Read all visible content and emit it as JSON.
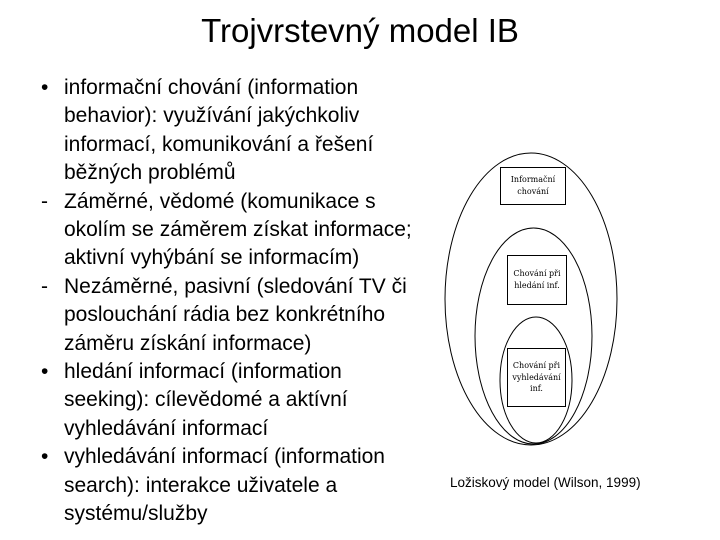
{
  "title": "Trojvrstevný model IB",
  "bullets": [
    {
      "marker": "•",
      "text": "informační chování (information\nbehavior): využívání jakýchkoliv\ninformací, komunikování a řešení\nběžných problémů"
    },
    {
      "marker": "-",
      "text": "Záměrné, vědomé (komunikace s\nokolím se záměrem získat informace;\naktivní vyhýbání se informacím)"
    },
    {
      "marker": "-",
      "text": "Nezáměrné, pasivní (sledování TV či\nposlouchání rádia bez konkrétního\nzáměru získání informace)"
    },
    {
      "marker": "•",
      "text": "hledání informací (information\nseeking): cílevědomé a aktívní\nvyhledávání informací"
    },
    {
      "marker": "•",
      "text": "vyhledávání informací (information\nsearch): interakce uživatele a\nsystému/služby"
    }
  ],
  "diagram": {
    "layers": [
      {
        "label": "Informační\nchování"
      },
      {
        "label": "Chování při\nhledání inf."
      },
      {
        "label": "Chování při\nvyhledávání\ninf."
      }
    ],
    "caption": "Ložiskový model (Wilson, 1999)"
  },
  "colors": {
    "background": "#ffffff",
    "text": "#000000",
    "line": "#000000"
  }
}
